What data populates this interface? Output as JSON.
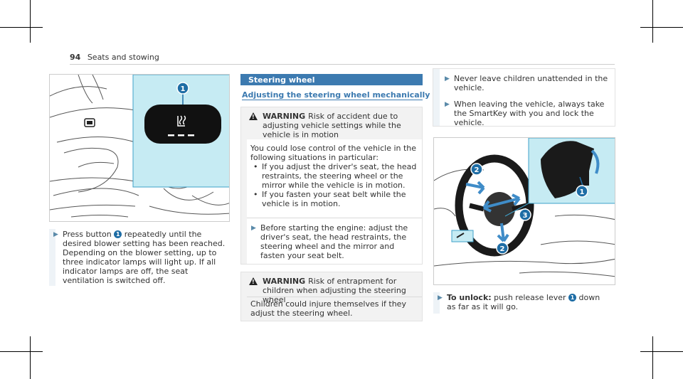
{
  "header": {
    "page_number": "94",
    "title": "Seats and stowing"
  },
  "column1": {
    "figure_callout": "1",
    "step": {
      "part1": "Press button ",
      "badge": "1",
      "part2": " repeatedly until the desired blower setting has been reached.",
      "part3": "Depending on the blower setting, up to three indicator lamps will light up. If all indicator lamps are off, the seat ventilation is switched off."
    }
  },
  "column2": {
    "section_title": "Steering wheel",
    "subheading": "Adjusting the steering wheel mechanically",
    "warning1": {
      "label": "WARNING",
      "headline": "Risk of accident due to adjusting vehicle settings while the vehicle is in motion",
      "body": "You could lose control of the vehicle in the following situations in particular:",
      "bullets": [
        "If you adjust the driver's seat, the head restraints, the steering wheel or the mirror while the vehicle is in motion.",
        "If you fasten your seat belt while the vehicle is in motion."
      ],
      "step": "Before starting the engine: adjust the driver's seat, the head restraints, the steering wheel and the mirror and fasten your seat belt."
    },
    "warning2": {
      "label": "WARNING",
      "headline": "Risk of entrapment for children when adjusting the steering wheel",
      "body": "Children could injure themselves if they adjust the steering wheel."
    }
  },
  "column3": {
    "notes": [
      "Never leave children unattended in the vehicle.",
      "When leaving the vehicle, always take the SmartKey with you and lock the vehicle."
    ],
    "figure_callouts": [
      "1",
      "2",
      "3",
      "2"
    ],
    "step": {
      "bold": "To unlock:",
      "part1": " push release lever ",
      "badge": "1",
      "part2": " down as far as it will go."
    }
  },
  "colors": {
    "accent": "#3c7ab0",
    "callout": "#1e6da5",
    "inset": "#c6ebf3",
    "arrow": "#3f8cc8"
  }
}
